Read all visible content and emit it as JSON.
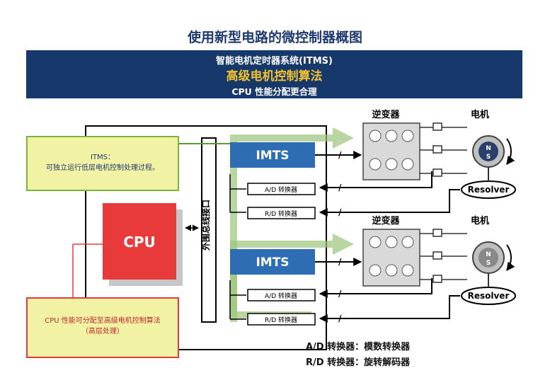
{
  "title": "使用新型电路的微控制器概图",
  "banner": {
    "line1": "智能电机定时器系统(ITMS)",
    "line2": "高级电机控制算法",
    "line3": "CPU 性能分配更合理"
  },
  "labels": {
    "inverter": "逆变器",
    "motor": "电机",
    "imts": "IMTS",
    "resolver": "Resolver",
    "cpu": "CPU",
    "bus": "外围总线接口",
    "ad_conv": "A/D  转换器",
    "rd_conv": "R/D  转换器",
    "motor_n": "N",
    "motor_s": "S"
  },
  "notes": {
    "itms_title": "ITMS：",
    "itms_text": "可独立运行低层电机控制处理过程。",
    "cpu_text": "CPU 性能可分配至高级电机控制算法",
    "cpu_sub": "（高层处理）"
  },
  "legend": {
    "ad": "A/D  转换器：模数转换器",
    "rd": "R/D  转换器：旋转解码器"
  },
  "colors": {
    "banner": "#16386b",
    "accent_yellow": "#f2c12e",
    "imts": "#2e6db4",
    "cpu": "#e83a3a",
    "green_arrow": "#9bc47a",
    "note_fill": "#f2f2a4"
  }
}
